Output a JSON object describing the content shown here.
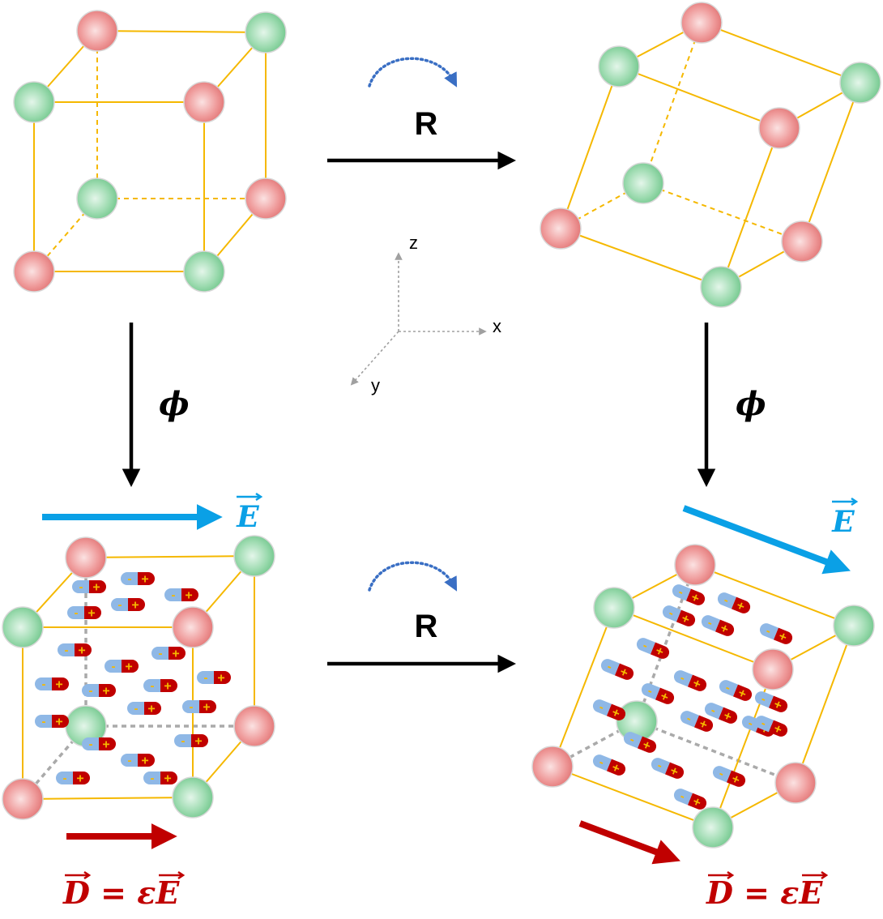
{
  "labels": {
    "rotation": "R",
    "map": "ϕ",
    "field": "E",
    "displacement_equation": "D = εE",
    "axis_x": "x",
    "axis_y": "y",
    "axis_z": "z",
    "dipole_minus": "-",
    "dipole_plus": "+"
  },
  "colors": {
    "lattice_edge": "#f5b800",
    "atom_red": "#e87c7c",
    "atom_green": "#7fcf99",
    "field_arrow": "#0aa0e6",
    "displacement_arrow": "#c00000",
    "rotation_arrow": "#3a6fc4",
    "axis": "#a0a0a0",
    "dipole_negative": "#8fb8e6",
    "dipole_positive": "#c00000"
  }
}
